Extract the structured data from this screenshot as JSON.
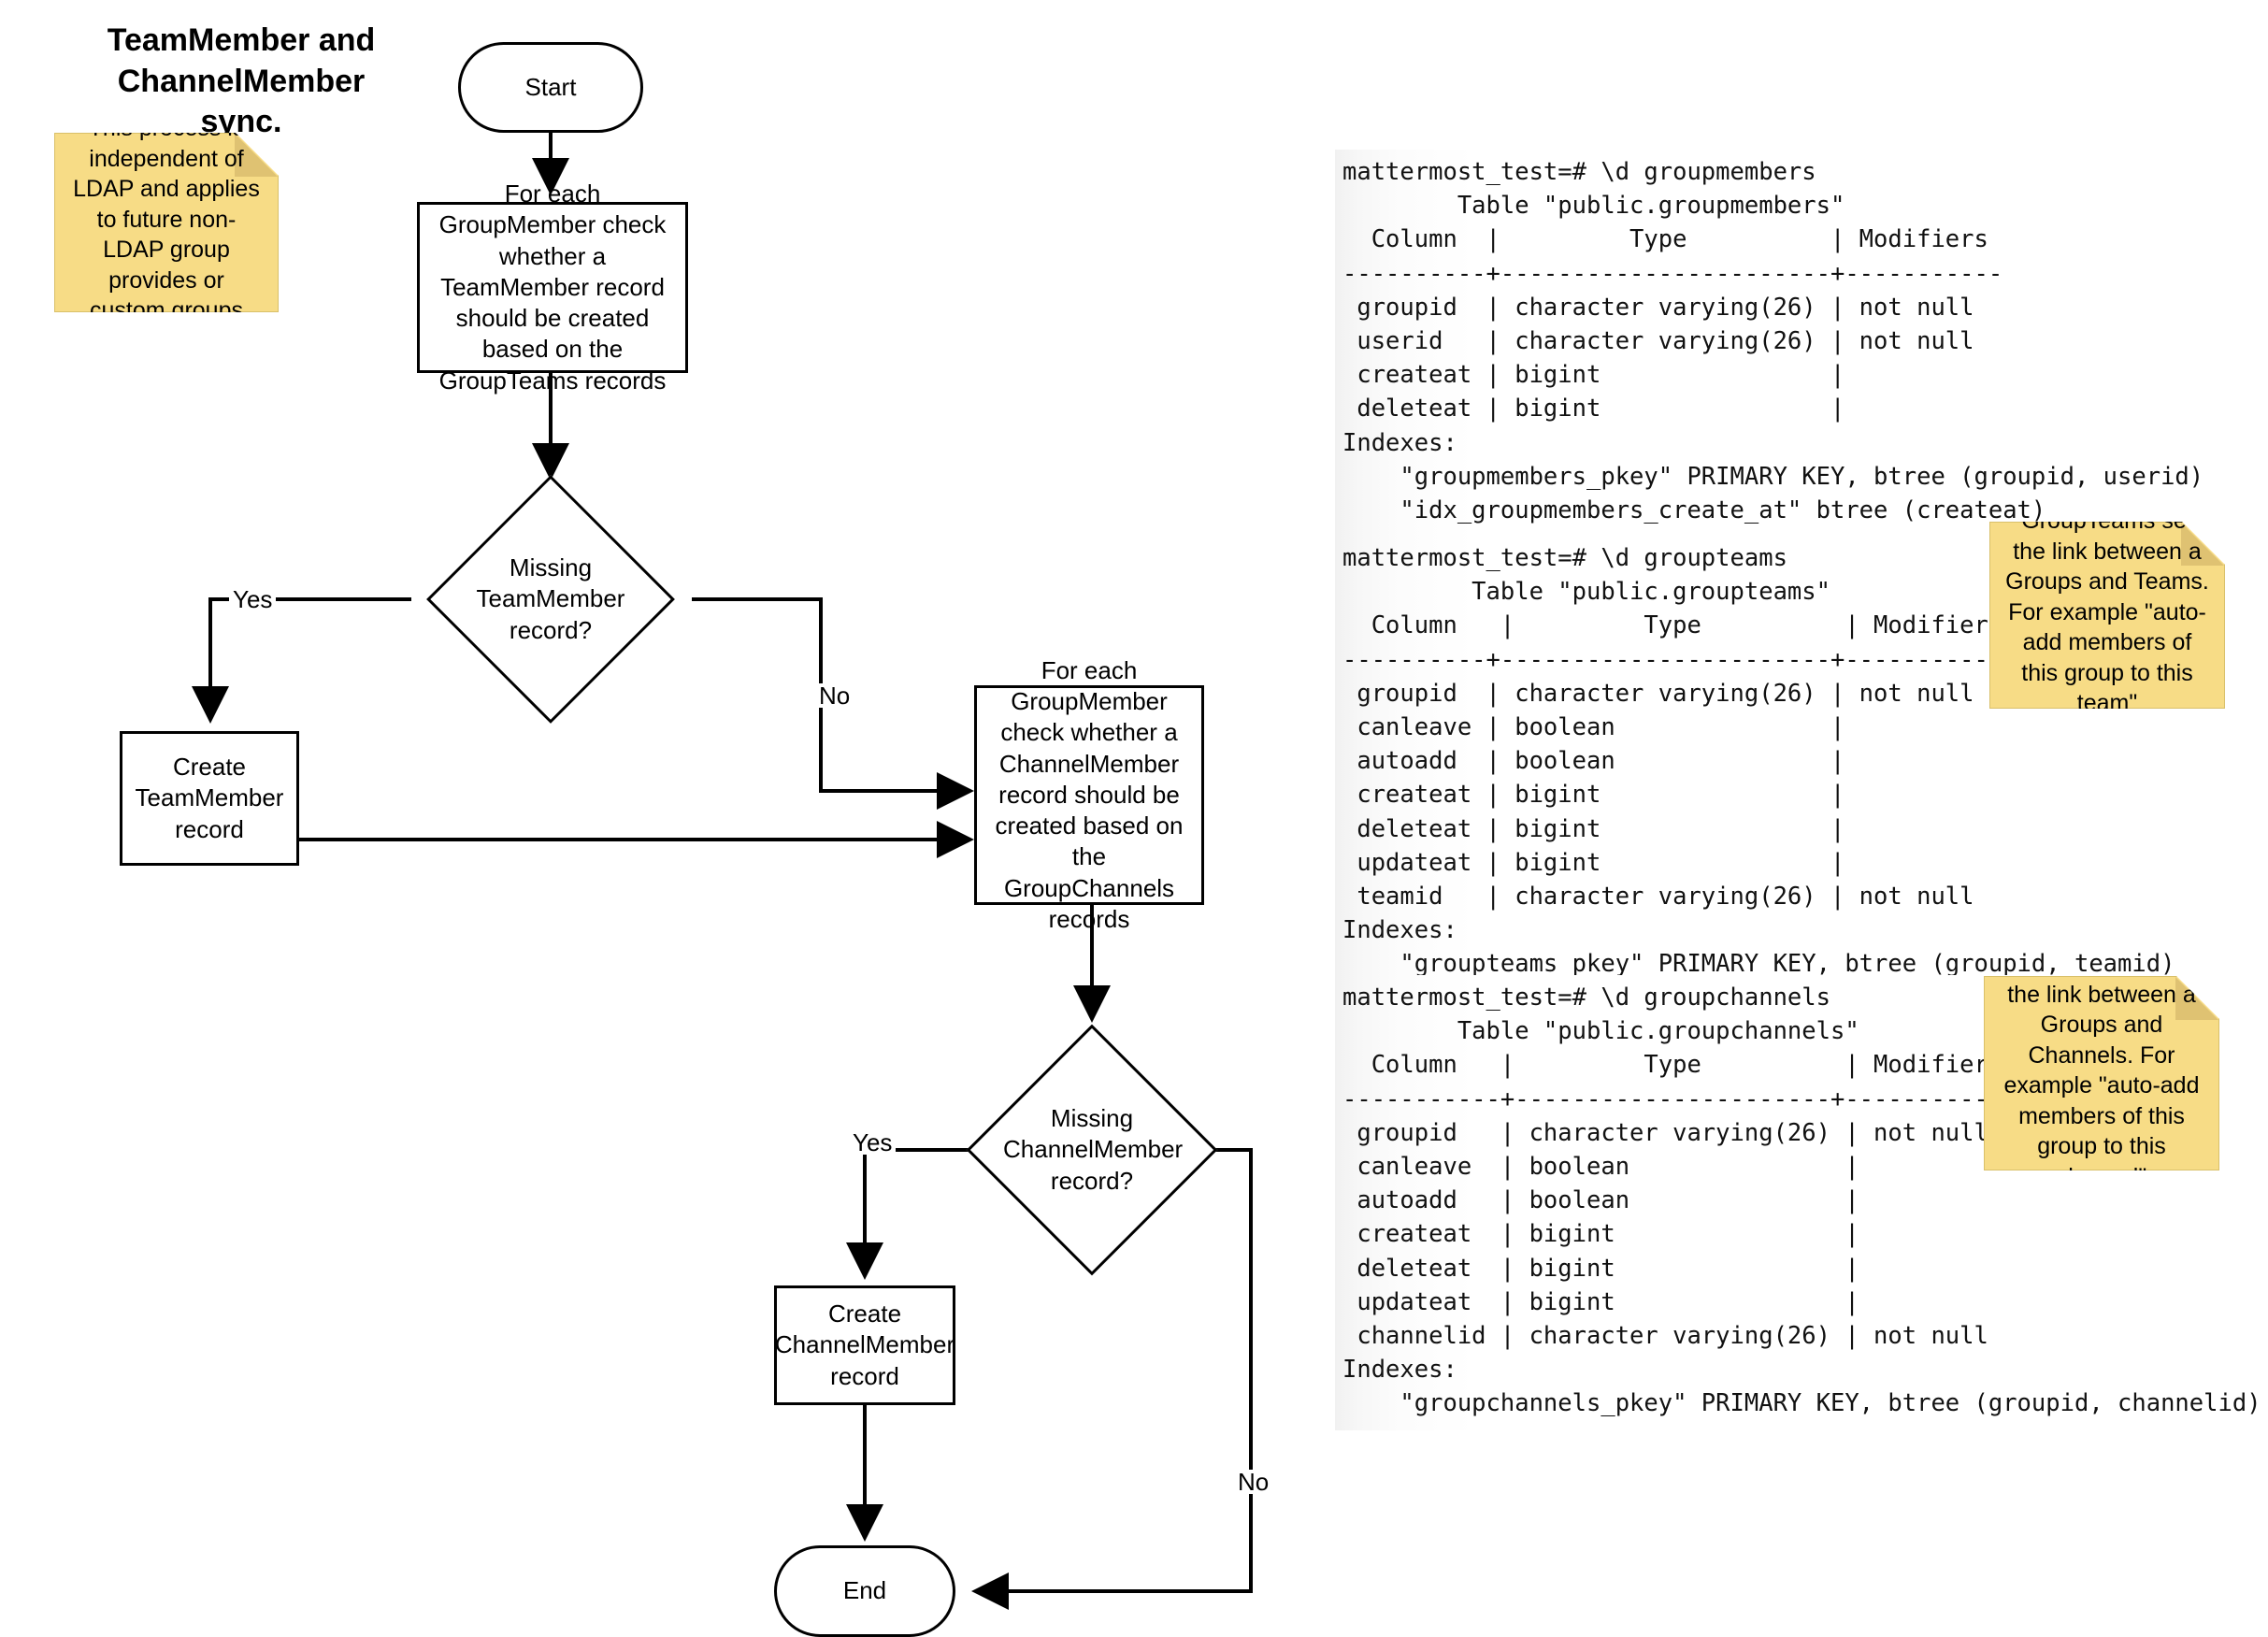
{
  "title": {
    "line1": "TeamMember and",
    "line2": "ChannelMember sync."
  },
  "flowchart": {
    "nodes": {
      "start": "Start",
      "process_teammember": "For each GroupMember check whether a TeamMember record should be created based on the GroupTeams records",
      "decision_teammember": "Missing TeamMember record?",
      "create_teammember": "Create TeamMember record",
      "process_channelmember": "For each GroupMember check whether a ChannelMember record should be created based on the GroupChannels records",
      "decision_channelmember": "Missing ChannelMember record?",
      "create_channelmember": "Create ChannelMember record",
      "end": "End"
    },
    "edge_labels": {
      "team_yes": "Yes",
      "team_no": "No",
      "channel_yes": "Yes",
      "channel_no": "No"
    }
  },
  "notes": [
    {
      "id": "ldap-note",
      "text": "This process is independent of LDAP and applies to future non-LDAP group provides or custom groups"
    },
    {
      "id": "groupteams-note",
      "text": "GroupTeams set the link between a Groups and Teams. For example \"auto-add members of this group to this team\""
    },
    {
      "id": "groupchannels-note",
      "text": "GroupChannels set the link between a Groups and Channels. For example \"auto-add members of this group to this channel\""
    }
  ],
  "sql_blocks": [
    {
      "id": "groupmembers",
      "prompt": "mattermost_test=# \\d groupmembers",
      "table_caption": "Table \"public.groupmembers\"",
      "text": "mattermost_test=# \\d groupmembers\n        Table \"public.groupmembers\"\n  Column  |         Type          | Modifiers\n----------+-----------------------+-----------\n groupid  | character varying(26) | not null\n userid   | character varying(26) | not null\n createat | bigint                |\n deleteat | bigint                |\nIndexes:\n    \"groupmembers_pkey\" PRIMARY KEY, btree (groupid, userid)\n    \"idx_groupmembers_create_at\" btree (createat)",
      "columns": [
        {
          "column": "groupid",
          "type": "character varying(26)",
          "modifiers": "not null"
        },
        {
          "column": "userid",
          "type": "character varying(26)",
          "modifiers": "not null"
        },
        {
          "column": "createat",
          "type": "bigint",
          "modifiers": ""
        },
        {
          "column": "deleteat",
          "type": "bigint",
          "modifiers": ""
        }
      ],
      "indexes": [
        "\"groupmembers_pkey\" PRIMARY KEY, btree (groupid, userid)",
        "\"idx_groupmembers_create_at\" btree (createat)"
      ]
    },
    {
      "id": "groupteams",
      "prompt": "mattermost_test=# \\d groupteams",
      "table_caption": "Table \"public.groupteams\"",
      "text": "mattermost_test=# \\d groupteams\n         Table \"public.groupteams\"\n  Column   |         Type          | Modifiers\n----------+-----------------------+-----------\n groupid  | character varying(26) | not null\n canleave | boolean               |\n autoadd  | boolean               |\n createat | bigint                |\n deleteat | bigint                |\n updateat | bigint                |\n teamid   | character varying(26) | not null\nIndexes:\n    \"groupteams_pkey\" PRIMARY KEY, btree (groupid, teamid)",
      "columns": [
        {
          "column": "groupid",
          "type": "character varying(26)",
          "modifiers": "not null"
        },
        {
          "column": "canleave",
          "type": "boolean",
          "modifiers": ""
        },
        {
          "column": "autoadd",
          "type": "boolean",
          "modifiers": ""
        },
        {
          "column": "createat",
          "type": "bigint",
          "modifiers": ""
        },
        {
          "column": "deleteat",
          "type": "bigint",
          "modifiers": ""
        },
        {
          "column": "updateat",
          "type": "bigint",
          "modifiers": ""
        },
        {
          "column": "teamid",
          "type": "character varying(26)",
          "modifiers": "not null"
        }
      ],
      "indexes": [
        "\"groupteams_pkey\" PRIMARY KEY, btree (groupid, teamid)"
      ]
    },
    {
      "id": "groupchannels",
      "prompt": "mattermost_test=# \\d groupchannels",
      "table_caption": "Table \"public.groupchannels\"",
      "text": "mattermost_test=# \\d groupchannels\n        Table \"public.groupchannels\"\n  Column   |         Type          | Modifiers\n-----------+----------------------+-----------\n groupid   | character varying(26) | not null\n canleave  | boolean               |\n autoadd   | boolean               |\n createat  | bigint                |\n deleteat  | bigint                |\n updateat  | bigint                |\n channelid | character varying(26) | not null\nIndexes:\n    \"groupchannels_pkey\" PRIMARY KEY, btree (groupid, channelid)",
      "columns": [
        {
          "column": "groupid",
          "type": "character varying(26)",
          "modifiers": "not null"
        },
        {
          "column": "canleave",
          "type": "boolean",
          "modifiers": ""
        },
        {
          "column": "autoadd",
          "type": "boolean",
          "modifiers": ""
        },
        {
          "column": "createat",
          "type": "bigint",
          "modifiers": ""
        },
        {
          "column": "deleteat",
          "type": "bigint",
          "modifiers": ""
        },
        {
          "column": "updateat",
          "type": "bigint",
          "modifiers": ""
        },
        {
          "column": "channelid",
          "type": "character varying(26)",
          "modifiers": "not null"
        }
      ],
      "indexes": [
        "\"groupchannels_pkey\" PRIMARY KEY, btree (groupid, channelid)"
      ]
    }
  ],
  "colors": {
    "note_fill": "#f7dc86",
    "note_fold": "#dfc272",
    "stroke": "#000000",
    "background": "#ffffff"
  }
}
